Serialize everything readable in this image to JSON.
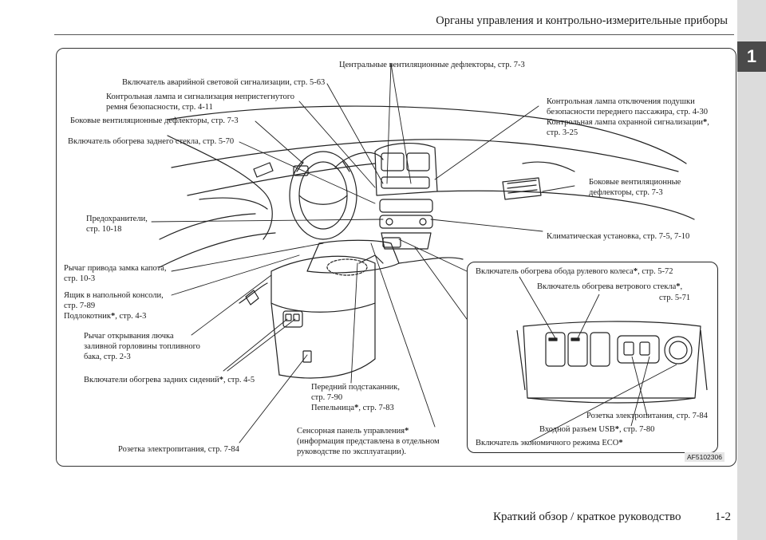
{
  "page": {
    "header": "Органы управления и контрольно-измерительные приборы",
    "chapter": "1",
    "footer": "Краткий обзор / краткое руководство",
    "page_number": "1-2"
  },
  "figure": {
    "id": "AF5102306",
    "labels": {
      "hazard": "Включатель аварийной световой сигнализации, стр. 5-63",
      "seatbelt_1": "Контрольная лампа и сигнализация непристегнутого",
      "seatbelt_2": "ремня безопасности, стр. 4-11",
      "side_vent_left": "Боковые вентиляционные дефлекторы, стр. 7-3",
      "rear_defog": "Включатель обогрева заднего стекла, стр. 5-70",
      "center_vents": "Центральные вентиляционные дефлекторы, стр. 7-3",
      "airbag_1": "Контрольная лампа отключения подушки",
      "airbag_2": "безопасности переднего пассажира, стр. 4-30",
      "airbag_3": "Контрольная лампа охранной сигнализации",
      "airbag_4": "стр. 3-25",
      "side_vent_right_1": "Боковые вентиляционные",
      "side_vent_right_2": "дефлекторы, стр. 7-3",
      "fuses_1": "Предохранители,",
      "fuses_2": "стр. 10-18",
      "climate": "Климатическая установка, стр. 7-5, 7-10",
      "hood_1": "Рычаг привода замка капота,",
      "hood_2": "стр. 10-3",
      "floor_box_1": "Ящик в напольной консоли,",
      "floor_box_2": "стр. 7-89",
      "armrest": "Подлокотник",
      "armrest_page": ", стр. 4-3",
      "fuel_1": "Рычаг открывания лючка",
      "fuel_2": "заливной горловины топливного",
      "fuel_3": "бака, стр. 2-3",
      "rear_seat_heat": "Включатели обогрева задних сидений",
      "rear_seat_heat_page": ", стр. 4-5",
      "cupholder_1": "Передний подстаканник,",
      "cupholder_2": "стр. 7-90",
      "ashtray": "Пепельница",
      "ashtray_page": ", стр. 7-83",
      "power_outlet_left": "Розетка электропитания, стр. 7-84",
      "touchpad_1": "Сенсорная панель управления",
      "touchpad_2": "(информация представлена в отдельном",
      "touchpad_3": "руководстве по эксплуатации).",
      "star": "*"
    },
    "inset_labels": {
      "wheel_heat": "Включатель обогрева обода рулевого колеса",
      "wheel_heat_page": ", стр. 5-72",
      "windshield_heat": "Включатель обогрева ветрового стекла",
      "windshield_heat_page": "стр. 5-71",
      "power_outlet": "Розетка электропитания, стр. 7-84",
      "usb": "Входной разъем USB",
      "usb_page": ", стр. 7-80",
      "eco": "Включатель экономичного режима ECO"
    }
  }
}
